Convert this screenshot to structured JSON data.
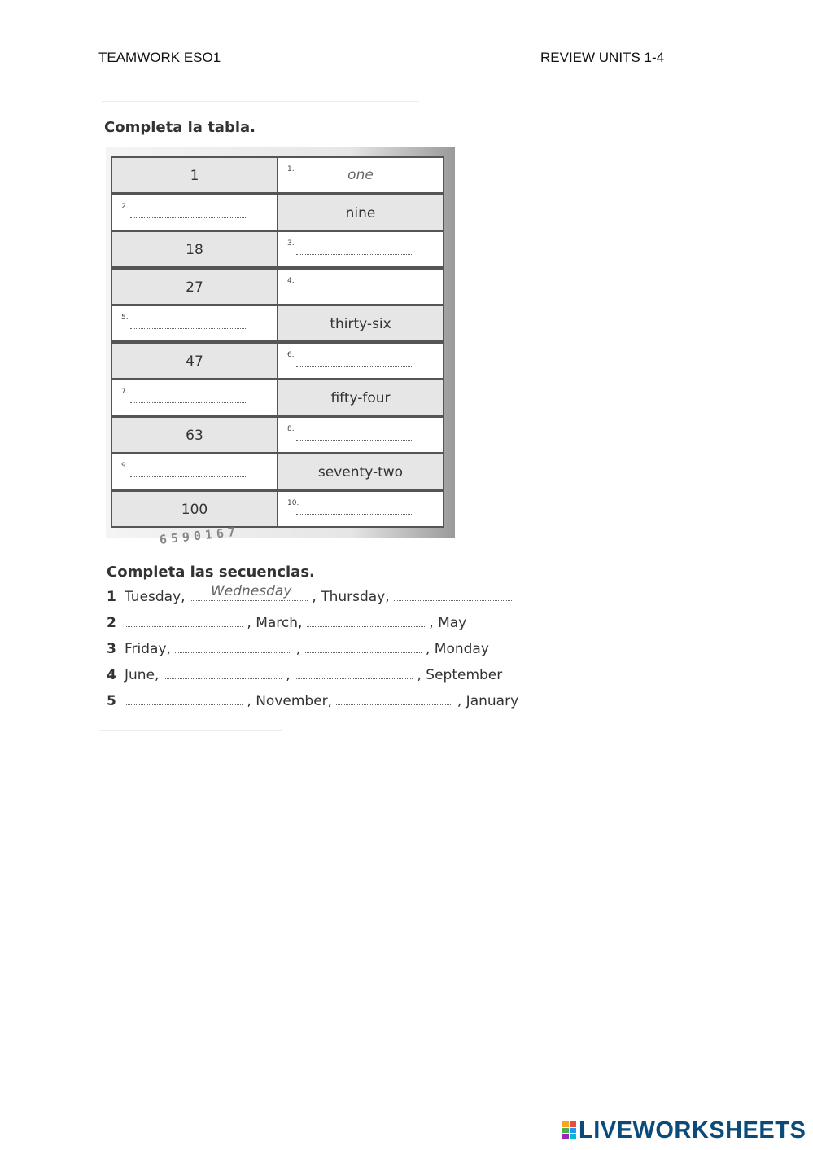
{
  "header": {
    "left": "TEAMWORK ESO1",
    "right": "REVIEW UNITS 1-4"
  },
  "table_section": {
    "title": "Completa la tabla.",
    "rows": [
      {
        "left": {
          "type": "value",
          "text": "1"
        },
        "right": {
          "type": "answer",
          "num": "1.",
          "text": "one"
        }
      },
      {
        "left": {
          "type": "blank",
          "num": "2."
        },
        "right": {
          "type": "value",
          "text": "nine"
        }
      },
      {
        "left": {
          "type": "value",
          "text": "18"
        },
        "right": {
          "type": "blank",
          "num": "3."
        }
      },
      {
        "left": {
          "type": "value",
          "text": "27"
        },
        "right": {
          "type": "blank",
          "num": "4."
        }
      },
      {
        "left": {
          "type": "blank",
          "num": "5."
        },
        "right": {
          "type": "value",
          "text": "thirty-six"
        }
      },
      {
        "left": {
          "type": "value",
          "text": "47"
        },
        "right": {
          "type": "blank",
          "num": "6."
        }
      },
      {
        "left": {
          "type": "blank",
          "num": "7."
        },
        "right": {
          "type": "value",
          "text": "fifty-four"
        }
      },
      {
        "left": {
          "type": "value",
          "text": "63"
        },
        "right": {
          "type": "blank",
          "num": "8."
        }
      },
      {
        "left": {
          "type": "blank",
          "num": "9."
        },
        "right": {
          "type": "value",
          "text": "seventy-two"
        }
      },
      {
        "left": {
          "type": "value",
          "text": "100"
        },
        "right": {
          "type": "blank",
          "num": "10."
        }
      }
    ]
  },
  "sequence_section": {
    "title": "Completa las secuencias.",
    "items": [
      {
        "num": "1",
        "parts": [
          {
            "type": "text",
            "text": "Tuesday,"
          },
          {
            "type": "blank",
            "answer": "Wednesday"
          },
          {
            "type": "text",
            "text": ", Thursday,"
          },
          {
            "type": "blank"
          }
        ]
      },
      {
        "num": "2",
        "parts": [
          {
            "type": "blank"
          },
          {
            "type": "text",
            "text": ", March,"
          },
          {
            "type": "blank"
          },
          {
            "type": "text",
            "text": ", May"
          }
        ]
      },
      {
        "num": "3",
        "parts": [
          {
            "type": "text",
            "text": "Friday,"
          },
          {
            "type": "blank"
          },
          {
            "type": "text",
            "text": ","
          },
          {
            "type": "blank"
          },
          {
            "type": "text",
            "text": ", Monday"
          }
        ]
      },
      {
        "num": "4",
        "parts": [
          {
            "type": "text",
            "text": "June,"
          },
          {
            "type": "blank"
          },
          {
            "type": "text",
            "text": ","
          },
          {
            "type": "blank"
          },
          {
            "type": "text",
            "text": ", September"
          }
        ]
      },
      {
        "num": "5",
        "parts": [
          {
            "type": "blank"
          },
          {
            "type": "text",
            "text": ", November,"
          },
          {
            "type": "blank"
          },
          {
            "type": "text",
            "text": ", January"
          }
        ]
      }
    ]
  },
  "decoration_digits": "6 5 9 0 1 6 7",
  "brand": {
    "text": "LIVEWORKSHEETS",
    "colors": [
      "#f5a623",
      "#e94e3c",
      "#4caf50",
      "#2196f3",
      "#9c27b0",
      "#00bcd4"
    ],
    "text_color": "#0a4b7a"
  }
}
